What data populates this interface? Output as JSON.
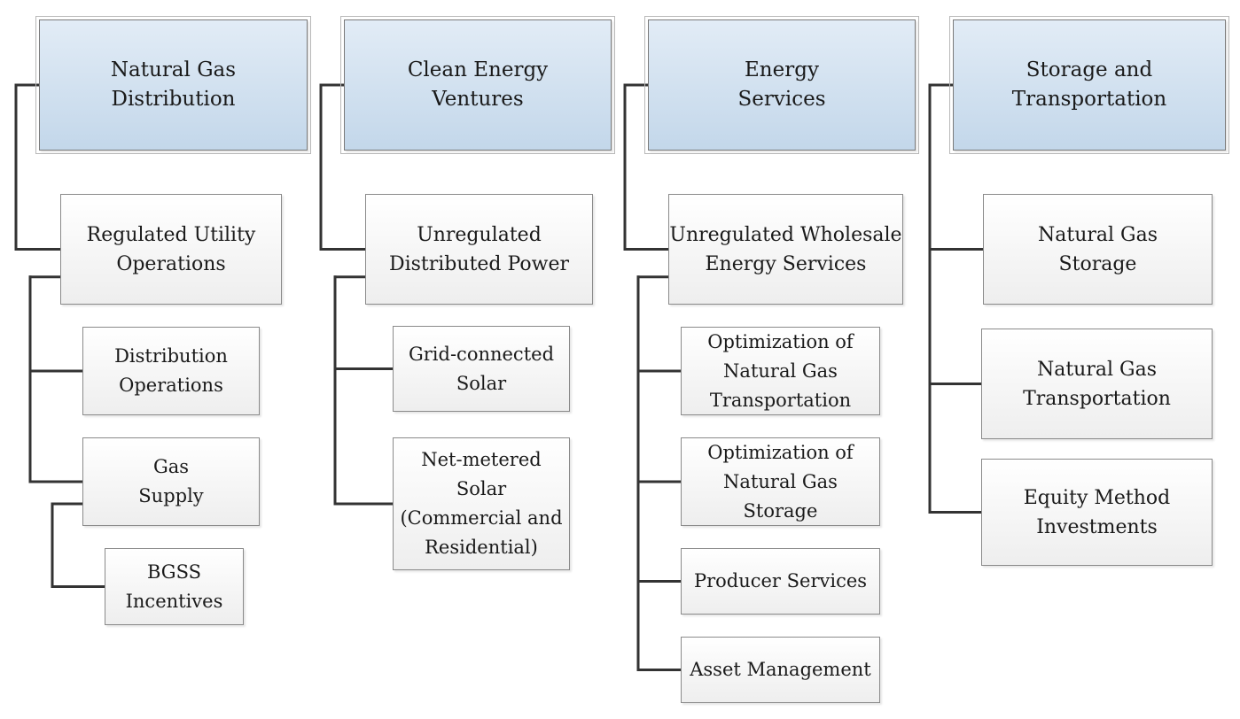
{
  "columns": [
    {
      "id": "ngd",
      "header": "Natural Gas\nDistribution",
      "nodes": [
        {
          "id": "ngd-ruo",
          "label": "Regulated Utility\nOperations",
          "parent": "ngd-header"
        },
        {
          "id": "ngd-do",
          "label": "Distribution\nOperations",
          "parent": "ngd-ruo"
        },
        {
          "id": "ngd-gs",
          "label": "Gas\nSupply",
          "parent": "ngd-ruo"
        },
        {
          "id": "ngd-bgss",
          "label": "BGSS\nIncentives",
          "parent": "ngd-gs"
        }
      ]
    },
    {
      "id": "cev",
      "header": "Clean Energy\nVentures",
      "nodes": [
        {
          "id": "cev-udp",
          "label": "Unregulated\nDistributed Power",
          "parent": "cev-header"
        },
        {
          "id": "cev-gcs",
          "label": "Grid-connected\nSolar",
          "parent": "cev-udp"
        },
        {
          "id": "cev-nms",
          "label": "Net-metered\nSolar\n(Commercial and\nResidential)",
          "parent": "cev-udp"
        }
      ]
    },
    {
      "id": "es",
      "header": "Energy\nServices",
      "nodes": [
        {
          "id": "es-uwes",
          "label": "Unregulated Wholesale\nEnergy Services",
          "parent": "es-header"
        },
        {
          "id": "es-ongt",
          "label": "Optimization of\nNatural Gas\nTransportation",
          "parent": "es-uwes"
        },
        {
          "id": "es-ongs",
          "label": "Optimization of\nNatural Gas\nStorage",
          "parent": "es-uwes"
        },
        {
          "id": "es-ps",
          "label": "Producer Services",
          "parent": "es-uwes"
        },
        {
          "id": "es-am",
          "label": "Asset Management",
          "parent": "es-uwes"
        }
      ]
    },
    {
      "id": "st",
      "header": "Storage and\nTransportation",
      "nodes": [
        {
          "id": "st-ngs",
          "label": "Natural Gas\nStorage",
          "parent": "st-header"
        },
        {
          "id": "st-ngt",
          "label": "Natural Gas\nTransportation",
          "parent": "st-header"
        },
        {
          "id": "st-emi",
          "label": "Equity Method\nInvestments",
          "parent": "st-header"
        }
      ]
    }
  ]
}
